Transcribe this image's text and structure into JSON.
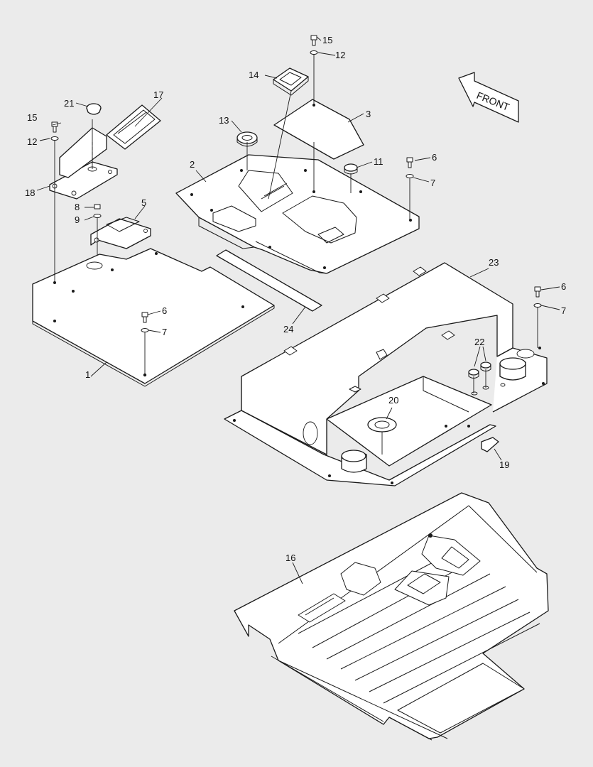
{
  "callouts": {
    "c1": "1",
    "c2": "2",
    "c3": "3",
    "c5": "5",
    "c6a": "6",
    "c6b": "6",
    "c6c": "6",
    "c7a": "7",
    "c7b": "7",
    "c7c": "7",
    "c8": "8",
    "c9": "9",
    "c11": "11",
    "c12a": "12",
    "c12b": "12",
    "c13": "13",
    "c14": "14",
    "c15a": "15",
    "c15b": "15",
    "c16": "16",
    "c17": "17",
    "c18": "18",
    "c19": "19",
    "c20": "20",
    "c21": "21",
    "c22": "22",
    "c23": "23",
    "c24": "24"
  },
  "front_label": "FRONT",
  "icons": {
    "front_arrow": "front-arrow-icon"
  }
}
